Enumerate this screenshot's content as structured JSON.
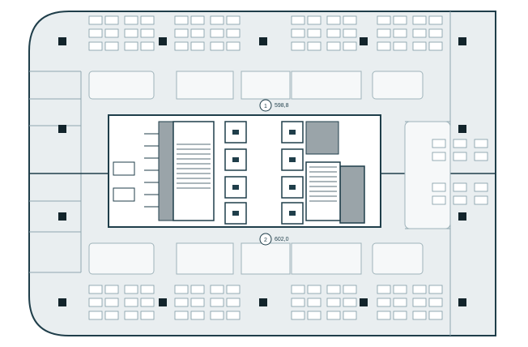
{
  "zones": [
    {
      "number": "1",
      "area": "598,8"
    },
    {
      "number": "2",
      "area": "602,0"
    }
  ],
  "colors": {
    "wall": "#1f3e4a",
    "floor": "#e9eef0",
    "core": "#ffffff",
    "shaft": "#9aa4a9",
    "column": "#12242b",
    "furniture": "#7d9aa4"
  }
}
